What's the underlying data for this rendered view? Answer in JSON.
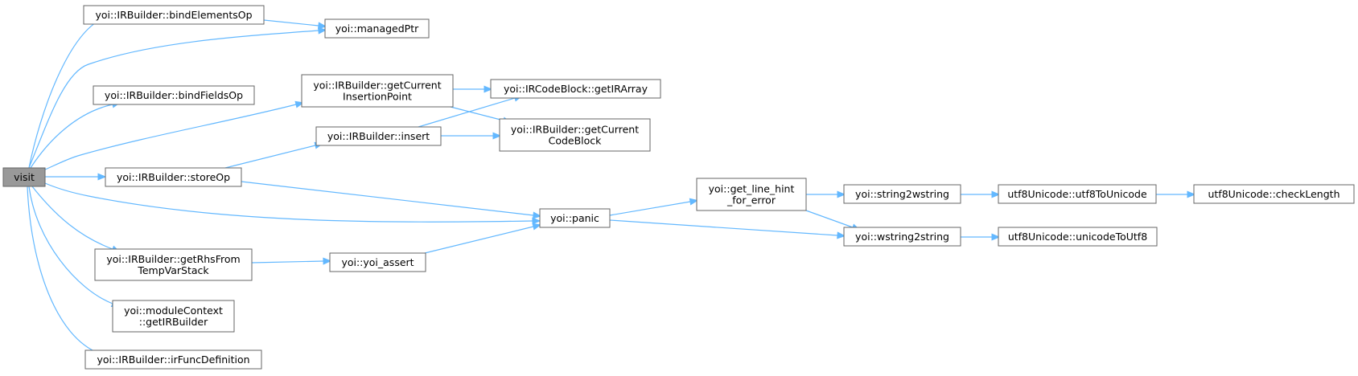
{
  "graph": {
    "colors": {
      "edge": "#63b8ff",
      "node_border": "#666666",
      "root_fill": "#999999",
      "node_fill": "#ffffff"
    },
    "nodes": [
      {
        "id": "visit",
        "lines": [
          "visit"
        ],
        "root": true
      },
      {
        "id": "bindElementsOp",
        "lines": [
          "yoi::IRBuilder::bindElementsOp"
        ]
      },
      {
        "id": "managedPtr",
        "lines": [
          "yoi::managedPtr"
        ]
      },
      {
        "id": "bindFieldsOp",
        "lines": [
          "yoi::IRBuilder::bindFieldsOp"
        ]
      },
      {
        "id": "getCurrentInsertionPoint",
        "lines": [
          "yoi::IRBuilder::getCurrent",
          "InsertionPoint"
        ]
      },
      {
        "id": "getIRArray",
        "lines": [
          "yoi::IRCodeBlock::getIRArray"
        ]
      },
      {
        "id": "insert",
        "lines": [
          "yoi::IRBuilder::insert"
        ]
      },
      {
        "id": "getCurrentCodeBlock",
        "lines": [
          "yoi::IRBuilder::getCurrent",
          "CodeBlock"
        ]
      },
      {
        "id": "storeOp",
        "lines": [
          "yoi::IRBuilder::storeOp"
        ]
      },
      {
        "id": "panic",
        "lines": [
          "yoi::panic"
        ]
      },
      {
        "id": "get_line_hint",
        "lines": [
          "yoi::get_line_hint",
          "_for_error"
        ]
      },
      {
        "id": "string2wstring",
        "lines": [
          "yoi::string2wstring"
        ]
      },
      {
        "id": "utf8ToUnicode",
        "lines": [
          "utf8Unicode::utf8ToUnicode"
        ]
      },
      {
        "id": "checkLength",
        "lines": [
          "utf8Unicode::checkLength"
        ]
      },
      {
        "id": "wstring2string",
        "lines": [
          "yoi::wstring2string"
        ]
      },
      {
        "id": "unicodeToUtf8",
        "lines": [
          "utf8Unicode::unicodeToUtf8"
        ]
      },
      {
        "id": "getRhsFromTempVarStack",
        "lines": [
          "yoi::IRBuilder::getRhsFrom",
          "TempVarStack"
        ]
      },
      {
        "id": "yoi_assert",
        "lines": [
          "yoi::yoi_assert"
        ]
      },
      {
        "id": "getIRBuilder",
        "lines": [
          "yoi::moduleContext",
          "::getIRBuilder"
        ]
      },
      {
        "id": "irFuncDefinition",
        "lines": [
          "yoi::IRBuilder::irFuncDefinition"
        ]
      }
    ],
    "edges": [
      [
        "visit",
        "bindElementsOp"
      ],
      [
        "visit",
        "managedPtr"
      ],
      [
        "visit",
        "bindFieldsOp"
      ],
      [
        "visit",
        "getCurrentInsertionPoint"
      ],
      [
        "visit",
        "storeOp"
      ],
      [
        "visit",
        "panic"
      ],
      [
        "visit",
        "getRhsFromTempVarStack"
      ],
      [
        "visit",
        "getIRBuilder"
      ],
      [
        "visit",
        "irFuncDefinition"
      ],
      [
        "bindElementsOp",
        "managedPtr"
      ],
      [
        "getCurrentInsertionPoint",
        "getIRArray"
      ],
      [
        "getCurrentInsertionPoint",
        "getCurrentCodeBlock"
      ],
      [
        "insert",
        "getIRArray"
      ],
      [
        "insert",
        "getCurrentCodeBlock"
      ],
      [
        "storeOp",
        "insert"
      ],
      [
        "storeOp",
        "panic"
      ],
      [
        "panic",
        "get_line_hint"
      ],
      [
        "panic",
        "wstring2string"
      ],
      [
        "get_line_hint",
        "string2wstring"
      ],
      [
        "get_line_hint",
        "wstring2string"
      ],
      [
        "string2wstring",
        "utf8ToUnicode"
      ],
      [
        "utf8ToUnicode",
        "checkLength"
      ],
      [
        "wstring2string",
        "unicodeToUtf8"
      ],
      [
        "getRhsFromTempVarStack",
        "yoi_assert"
      ],
      [
        "yoi_assert",
        "panic"
      ]
    ]
  }
}
